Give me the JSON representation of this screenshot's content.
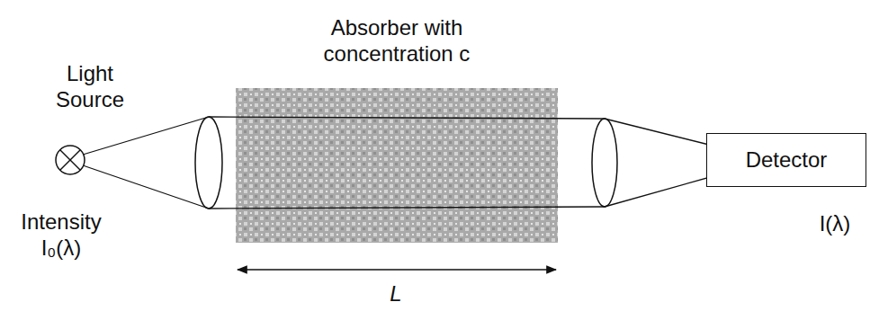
{
  "diagram": {
    "nodes": [
      {
        "text": [
          "Absorber with concentration c"
        ]
      },
      {
        "text": [
          "Detector"
        ]
      }
    ],
    "labels": [
      "Light Source",
      "Intensity I₀(λ)",
      "L",
      "I(λ)"
    ]
  }
}
